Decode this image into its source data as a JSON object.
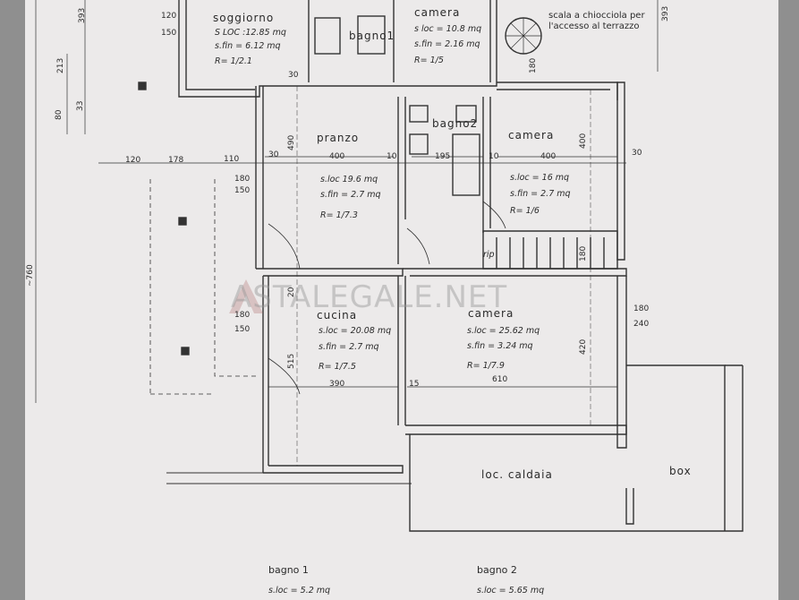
{
  "rooms": {
    "soggiorno": {
      "name": "soggiorno",
      "sloc": "S LOC :12.85 mq",
      "sfin": "s.fin = 6.12 mq",
      "r": "R= 1/2.1"
    },
    "camera_top": {
      "name": "camera",
      "sloc": "s loc = 10.8 mq",
      "sfin": "s.fin = 2.16 mq",
      "r": "R= 1/5"
    },
    "bagno1": {
      "name": "bagno1"
    },
    "bagno2": {
      "name": "bagno2"
    },
    "pranzo": {
      "name": "pranzo",
      "sloc": "s.loc 19.6 mq",
      "sfin": "s.fin = 2.7 mq",
      "r": "R= 1/7.3"
    },
    "camera_mid": {
      "name": "camera",
      "sloc": "s.loc = 16 mq",
      "sfin": "s.fin = 2.7 mq",
      "r": "R= 1/6"
    },
    "cucina": {
      "name": "cucina",
      "sloc": "s.loc = 20.08 mq",
      "sfin": "s.fin = 2.7 mq",
      "r": "R= 1/7.5"
    },
    "camera_big": {
      "name": "camera",
      "sloc": "s.loc = 25.62 mq",
      "sfin": "s.fin = 3.24 mq",
      "r": "R= 1/7.9"
    },
    "caldaia": {
      "name": "loc. caldaia"
    },
    "box": {
      "name": "box"
    }
  },
  "notes": {
    "stair": "scala a chiocciola per l'accesso al terrazzo",
    "rip": "rip"
  },
  "dimensions": {
    "d120a": "120",
    "d150a": "150",
    "d30a": "30",
    "d393a": "393",
    "d393b": "393",
    "d213": "213",
    "d80": "80",
    "d33": "33",
    "d760": "~760",
    "d120b": "120",
    "d178": "178",
    "d110": "110",
    "d30b": "30",
    "d180a": "180",
    "d150b": "150",
    "d490": "490",
    "d400a": "400",
    "d10a": "10",
    "d195": "195",
    "d10b": "10",
    "d400b": "400",
    "d400c": "400",
    "d30c": "30",
    "d180b": "180",
    "d20": "20",
    "d180c": "180",
    "d150c": "150",
    "d515": "515",
    "d390": "390",
    "d15": "15",
    "d610": "610",
    "d420": "420",
    "d180d": "180",
    "d240": "240",
    "d180e": "180"
  },
  "watermark": "ASTALEGALE.NET",
  "footer": {
    "bagno1": {
      "name": "bagno 1",
      "sloc": "s.loc = 5.2 mq"
    },
    "bagno2": {
      "name": "bagno 2",
      "sloc": "s.loc = 5.65 mq"
    }
  }
}
